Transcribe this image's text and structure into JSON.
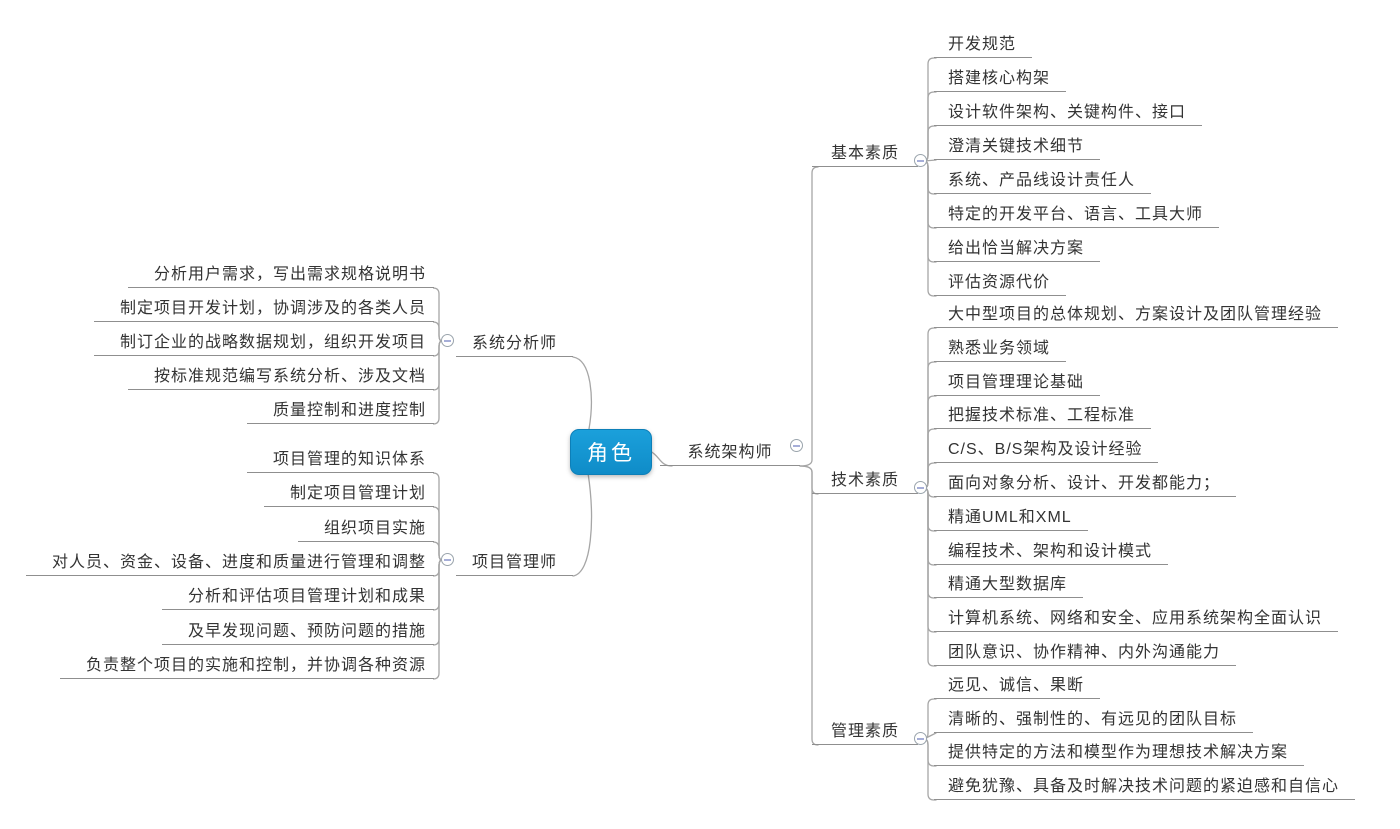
{
  "app": {
    "type": "mind-map"
  },
  "root": {
    "label": "角色"
  },
  "colors": {
    "root_bg": "#1295d2",
    "root_text": "#ffffff",
    "underline": "#8f8f8f",
    "wire": "#a6a6a6",
    "text": "#333333",
    "collapse_minus": "#a6aed8"
  },
  "icons": {
    "collapse": "minus-circle"
  },
  "branches": {
    "left": [
      {
        "id": "system-analyst",
        "label": "系统分析师",
        "children": [
          "分析用户需求，写出需求规格说明书",
          "制定项目开发计划，协调涉及的各类人员",
          "制订企业的战略数据规划，组织开发项目",
          "按标准规范编写系统分析、涉及文档",
          "质量控制和进度控制"
        ]
      },
      {
        "id": "project-manager",
        "label": "项目管理师",
        "children": [
          "项目管理的知识体系",
          "制定项目管理计划",
          "组织项目实施",
          "对人员、资金、设备、进度和质量进行管理和调整",
          "分析和评估项目管理计划和成果",
          "及早发现问题、预防问题的措施",
          "负责整个项目的实施和控制，并协调各种资源"
        ]
      }
    ],
    "right": [
      {
        "id": "system-architect",
        "label": "系统架构师",
        "children": [
          {
            "id": "basic-quality",
            "label": "基本素质",
            "children": [
              "开发规范",
              "搭建核心构架",
              "设计软件架构、关键构件、接口",
              "澄清关键技术细节",
              "系统、产品线设计责任人",
              "特定的开发平台、语言、工具大师",
              "给出恰当解决方案",
              "评估资源代价"
            ]
          },
          {
            "id": "technical-quality",
            "label": "技术素质",
            "children": [
              "大中型项目的总体规划、方案设计及团队管理经验",
              "熟悉业务领域",
              "项目管理理论基础",
              "把握技术标准、工程标准",
              "C/S、B/S架构及设计经验",
              "面向对象分析、设计、开发都能力；",
              "精通UML和XML",
              "编程技术、架构和设计模式",
              "精通大型数据库",
              "计算机系统、网络和安全、应用系统架构全面认识",
              "团队意识、协作精神、内外沟通能力"
            ]
          },
          {
            "id": "management-quality",
            "label": "管理素质",
            "children": [
              "远见、诚信、果断",
              "清晰的、强制性的、有远见的团队目标",
              "提供特定的方法和模型作为理想技术解决方案",
              "避免犹豫、具备及时解决技术问题的紧迫感和自信心"
            ]
          }
        ]
      }
    ]
  }
}
